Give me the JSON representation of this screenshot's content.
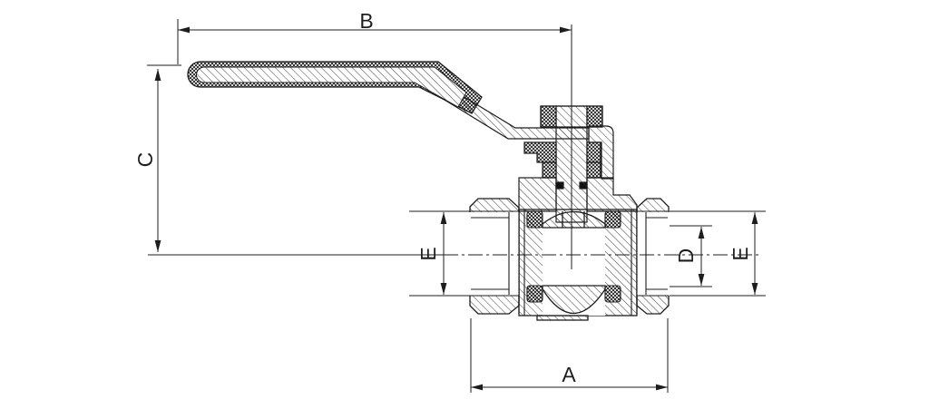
{
  "drawing": {
    "type": "ball-valve-cross-section",
    "labels": {
      "top_width": "B",
      "handle_height": "C",
      "body_width": "A",
      "bore_diameter": "D",
      "port_left": "E",
      "port_right": "E"
    },
    "colors": {
      "line": "#1d1d1d",
      "background": "#ffffff"
    }
  }
}
